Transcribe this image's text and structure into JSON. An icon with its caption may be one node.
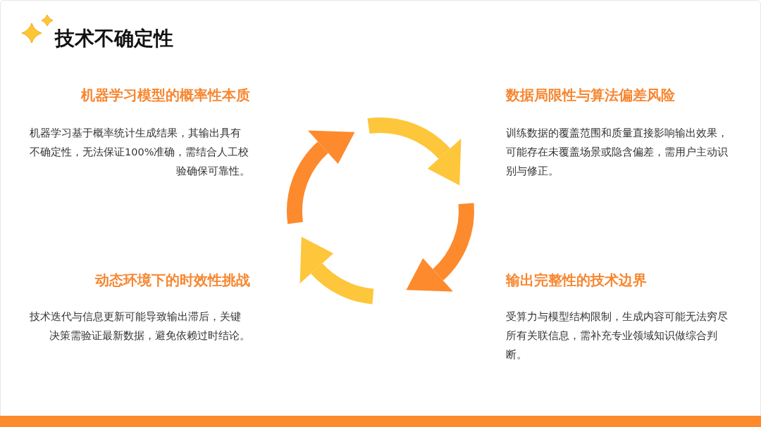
{
  "diagram": {
    "title": "技术不确定性",
    "labels": [
      "机器学习模型的概率性本质",
      "数据局限性与算法偏差风险",
      "机器学习基于概率统计生成结果，其输出具有不确定性，无法保证100%准确，需结合人工校验确保可靠性。",
      "训练数据的覆盖范围和质量直接影响输出效果，可能存在未覆盖场景或隐含偏差，需用户主动识别与修正。",
      "动态环境下的时效性挑战",
      "输出完整性的技术边界",
      "技术迭代与信息更新可能导致输出滞后，关键决策需验证最新数据，避免依赖过时结论。",
      "受算力与模型结构限制，生成内容可能无法穷尽所有关联信息，需补充专业领域知识做综合判断。"
    ]
  }
}
